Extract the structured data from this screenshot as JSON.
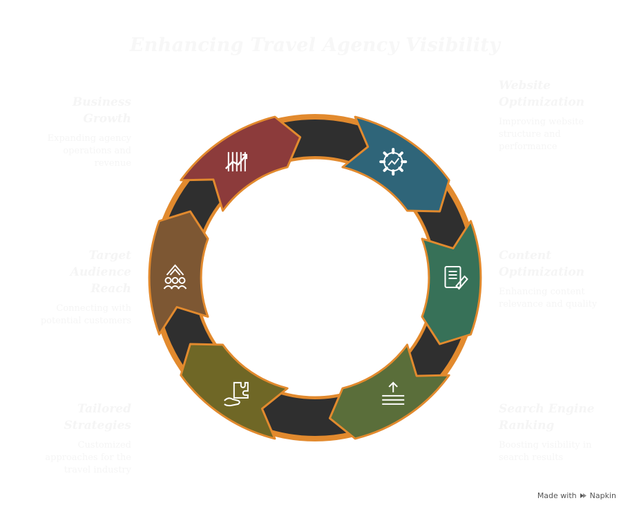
{
  "title": "Enhancing Travel Agency Visibility",
  "watermark": {
    "made_with": "Made with",
    "brand": "Napkin"
  },
  "steps": [
    {
      "label": "Website Optimization",
      "description": "Improving website structure and performance",
      "color": "#2f6579",
      "icon": "gear-chart-icon"
    },
    {
      "label": "Content Optimization",
      "description": "Enhancing content relevance and quality",
      "color": "#377158",
      "icon": "document-pen-icon"
    },
    {
      "label": "Search Engine Ranking",
      "description": "Boosting visibility in search results",
      "color": "#5a6e3a",
      "icon": "ranking-arrow-icon"
    },
    {
      "label": "Tailored Strategies",
      "description": "Customized approaches for the travel industry",
      "color": "#6f6726",
      "icon": "puzzle-hand-icon"
    },
    {
      "label": "Target Audience Reach",
      "description": "Connecting with potential customers",
      "color": "#7d5733",
      "icon": "audience-arrow-icon"
    },
    {
      "label": "Business Growth",
      "description": "Expanding agency operations and revenue",
      "color": "#8c3b3b",
      "icon": "growth-chart-icon"
    }
  ]
}
